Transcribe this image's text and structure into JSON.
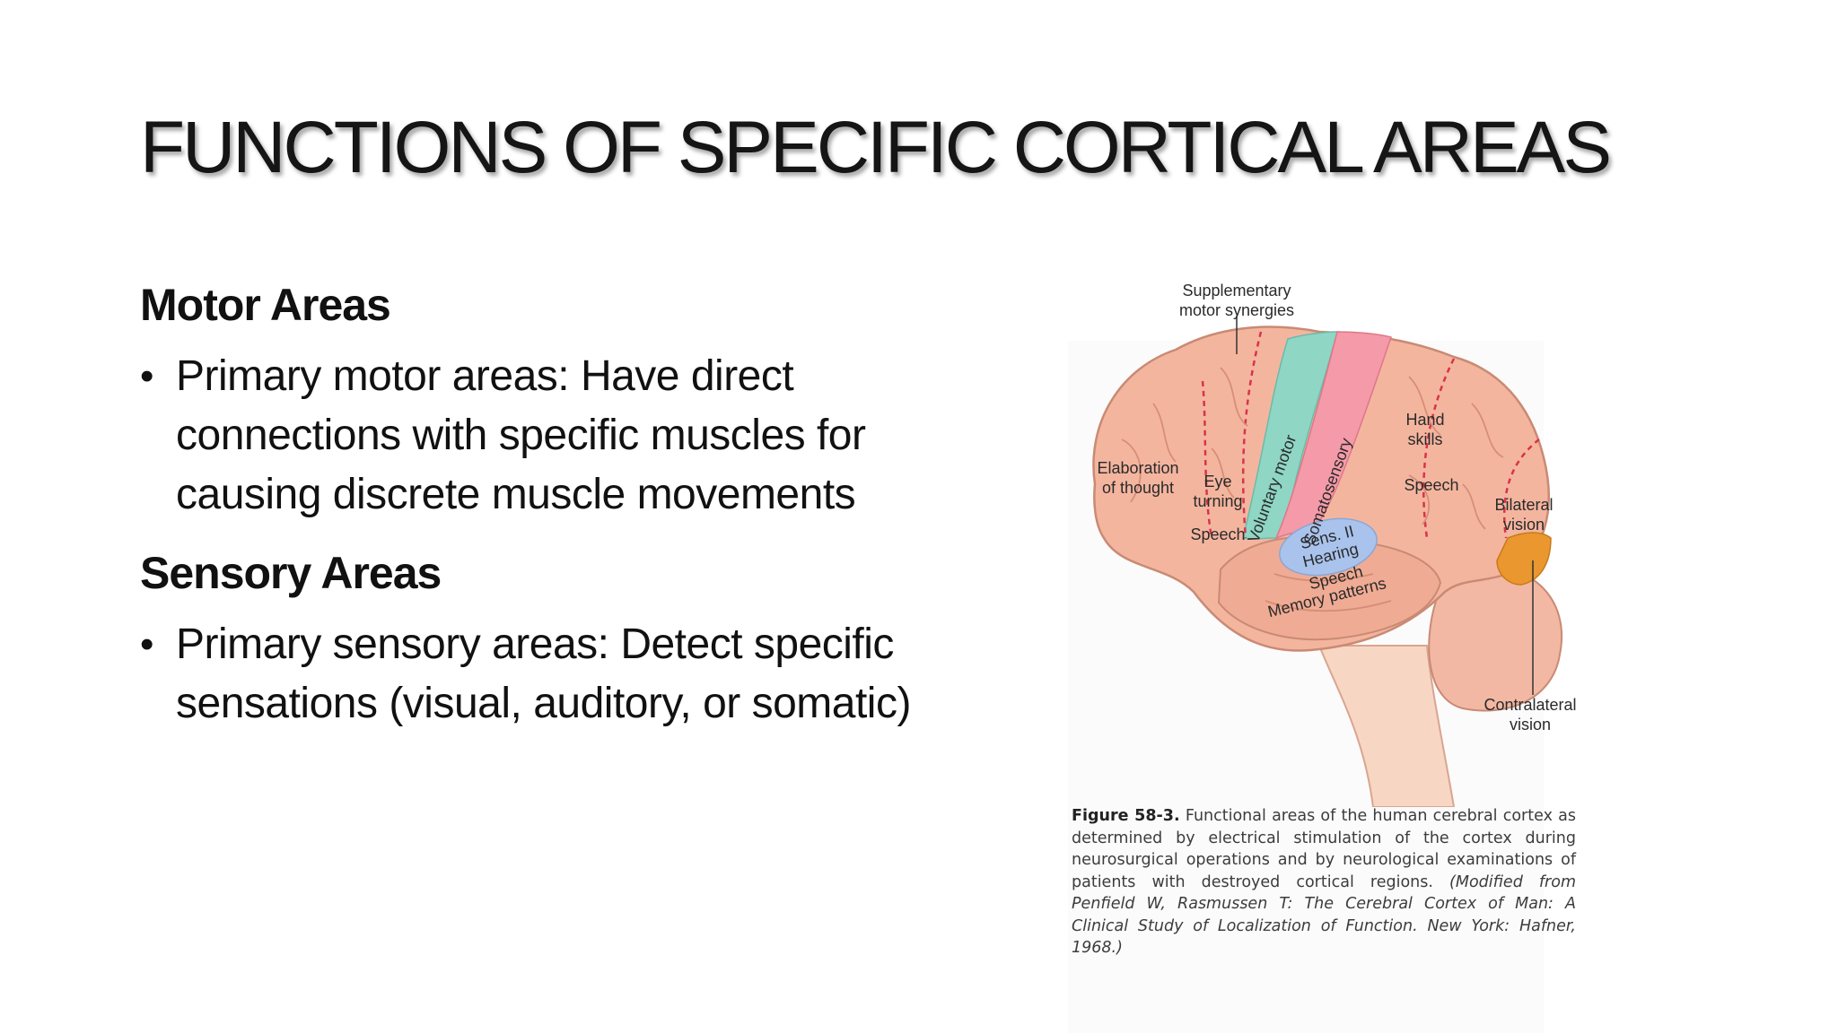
{
  "slide": {
    "title": "FUNCTIONS OF SPECIFIC CORTICAL AREAS"
  },
  "sections": [
    {
      "heading": "Motor Areas",
      "bullets": [
        "Primary motor areas: Have direct connections with specific muscles for causing discrete muscle movements"
      ]
    },
    {
      "heading": "Sensory Areas",
      "bullets": [
        "Primary sensory areas: Detect specific sensations (visual, auditory, or somatic)"
      ]
    }
  ],
  "bullet_glyph": "•",
  "figure": {
    "labels": {
      "supplementary_1": "Supplementary",
      "supplementary_2": "motor synergies",
      "elaboration_1": "Elaboration",
      "elaboration_2": "of thought",
      "eye_1": "Eye",
      "eye_2": "turning",
      "speech_frontal": "Speech",
      "voluntary_motor": "Voluntary motor",
      "somatosensory": "Somatosensory",
      "hand_1": "Hand",
      "hand_2": "skills",
      "speech_parietal": "Speech",
      "bilateral_1": "Bilateral",
      "bilateral_2": "vision",
      "sens2_1": "Sens. II",
      "sens2_2": "Hearing",
      "speech_temporal": "Speech",
      "memory": "Memory patterns",
      "contralateral_1": "Contralateral",
      "contralateral_2": "vision"
    },
    "colors": {
      "cortex": "#f4b59f",
      "cortex_dark": "#e89a82",
      "motor": "#8fd6c4",
      "sensory": "#f49aa8",
      "hearing": "#a9c3ec",
      "vision": "#e9972e",
      "boundary": "#d9334a",
      "cerebellum": "#f2b8a4",
      "brainstem": "#f8d6c4"
    },
    "caption": {
      "label": "Figure 58-3.",
      "text": "Functional areas of the human cerebral cortex as determined by electrical stimulation of the cortex during neurosurgical operations and by neurological examinations of patients with destroyed cortical regions.",
      "citation": "(Modified from Penfield W, Rasmussen T: The Cerebral Cortex of Man: A Clinical Study of Localization of Function. New York: Hafner, 1968.)"
    }
  }
}
